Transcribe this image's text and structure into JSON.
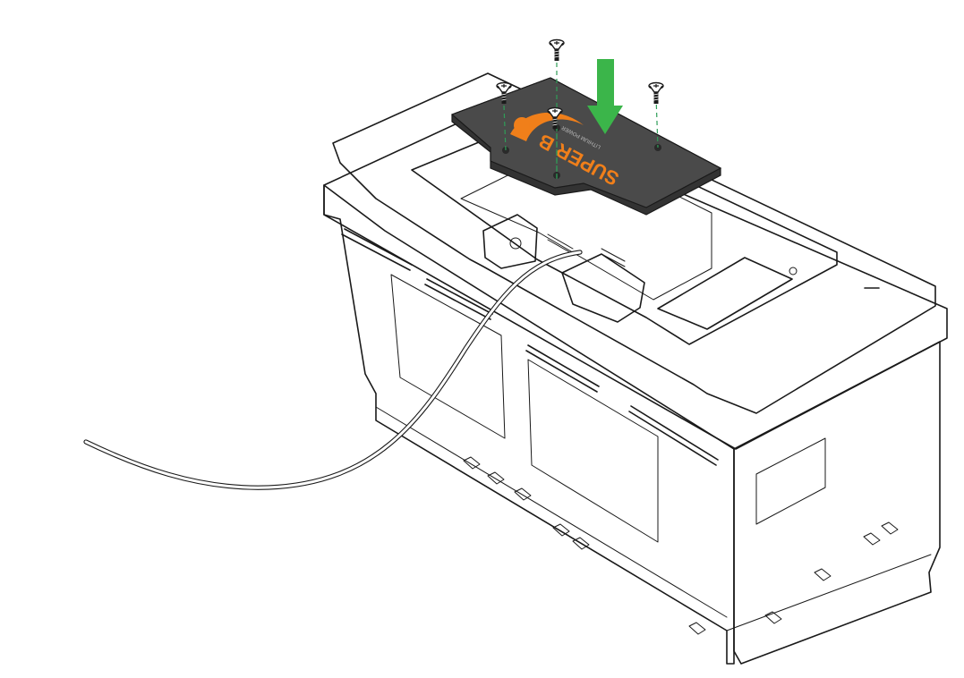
{
  "illustration": {
    "subject": "battery-monitor-mounting",
    "brand_logo_text": "SUPER B",
    "brand_logo_subtext": "LITHIUM POWER",
    "screw_count": 4,
    "colors": {
      "case_fill": "#ffffff",
      "case_shadow": "#ececec",
      "outline": "#1a1a1a",
      "plate": "#4a4a4a",
      "plate_dark": "#333333",
      "logo_orange": "#f07f1a",
      "arrow_green": "#3bb54a",
      "guide_green": "#2f9e58",
      "cable": "#ffffff"
    }
  }
}
